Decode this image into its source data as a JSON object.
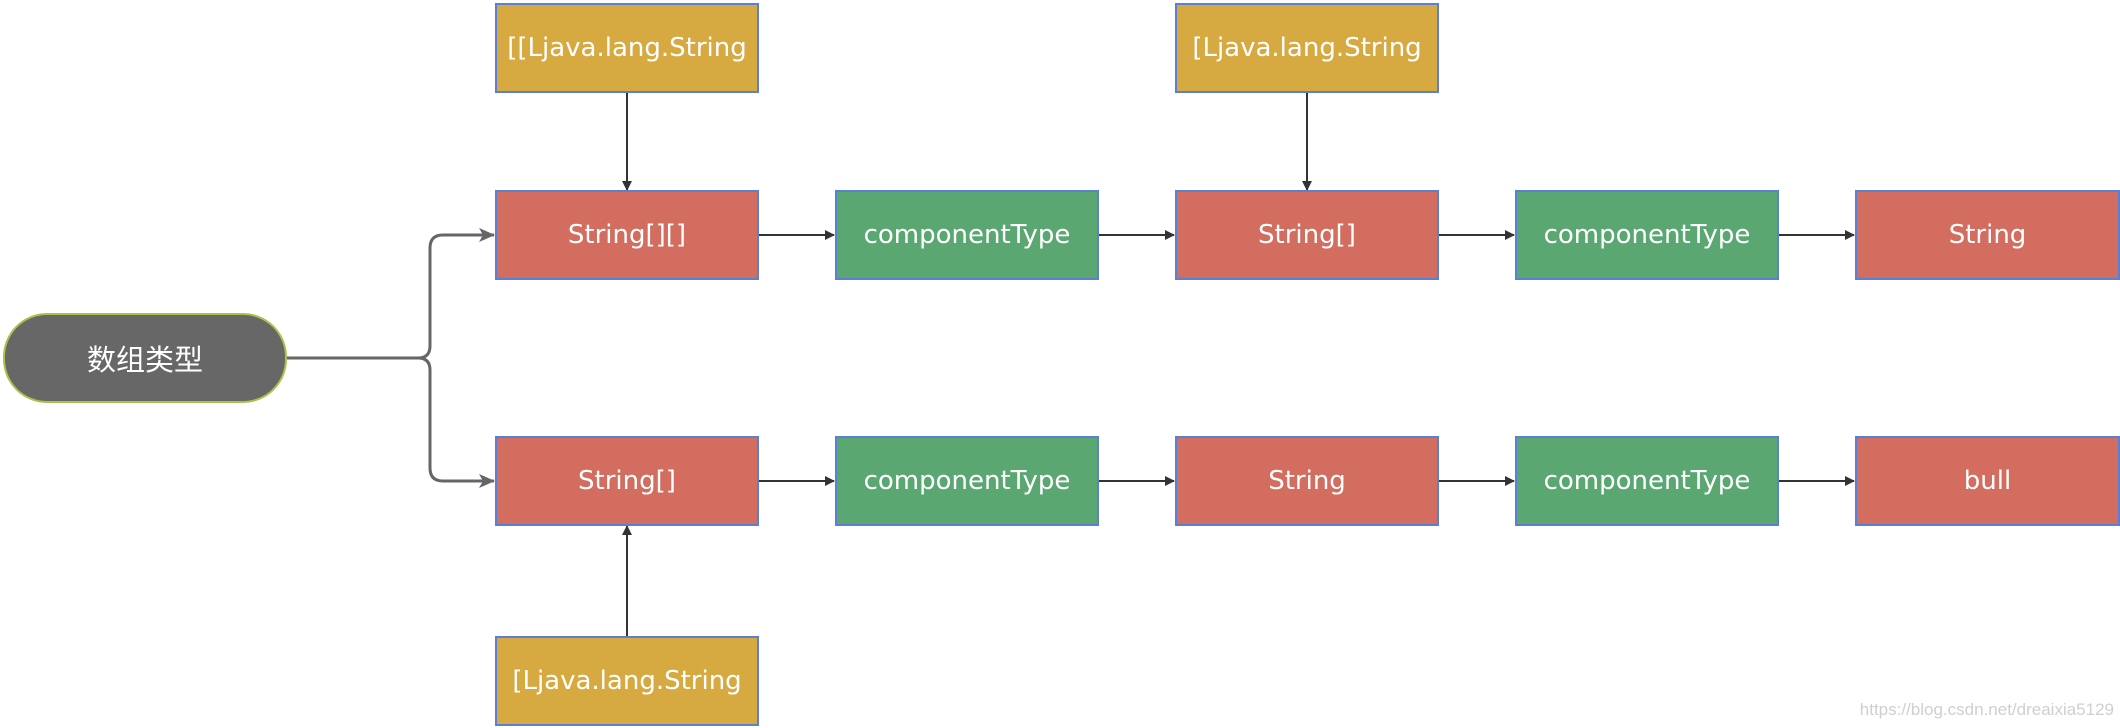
{
  "root": {
    "label": "数组类型"
  },
  "row1": {
    "array2d": "String[][]",
    "component_a": "componentType",
    "array1d": "String[]",
    "component_b": "componentType",
    "element": "String",
    "descriptor_2d": "[[Ljava.lang.String",
    "descriptor_1d": "[Ljava.lang.String"
  },
  "row2": {
    "array1d": "String[]",
    "component_a": "componentType",
    "element": "String",
    "component_b": "componentType",
    "terminal": "bull",
    "descriptor_1d": "[Ljava.lang.String"
  },
  "watermark": "https://blog.csdn.net/dreaixia5129",
  "colors": {
    "array_node": "#d26d5f",
    "component_node": "#5aa772",
    "descriptor_node": "#d7aa41",
    "root_node": "#676767",
    "node_border": "#5b7fd4",
    "arrow": "#333333"
  }
}
